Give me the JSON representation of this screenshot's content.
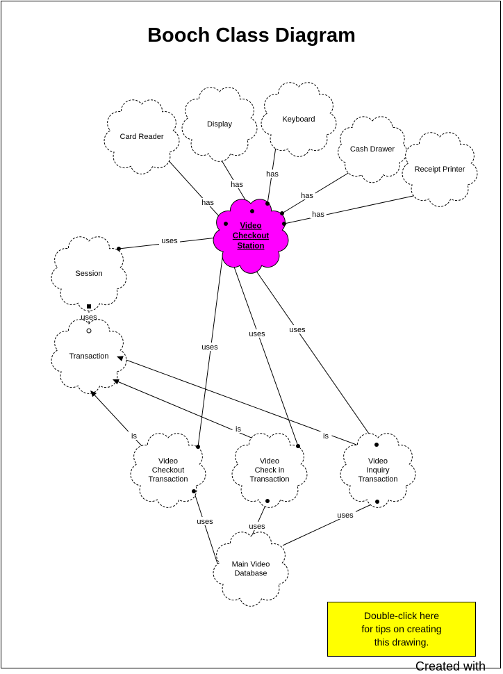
{
  "diagram": {
    "title": "Booch Class Diagram",
    "classes": [
      {
        "id": "card-reader",
        "lines": [
          "Card Reader"
        ]
      },
      {
        "id": "display",
        "lines": [
          "Display"
        ]
      },
      {
        "id": "keyboard",
        "lines": [
          "Keyboard"
        ]
      },
      {
        "id": "cash-drawer",
        "lines": [
          "Cash Drawer"
        ]
      },
      {
        "id": "receipt-printer",
        "lines": [
          "Receipt Printer"
        ]
      },
      {
        "id": "video-checkout-station",
        "lines": [
          "Video",
          "Checkout",
          "Station"
        ],
        "highlight": true
      },
      {
        "id": "session",
        "lines": [
          "Session"
        ]
      },
      {
        "id": "transaction",
        "lines": [
          "Transaction"
        ]
      },
      {
        "id": "video-checkout-transaction",
        "lines": [
          "Video",
          "Checkout",
          "Transaction"
        ]
      },
      {
        "id": "video-check-in-transaction",
        "lines": [
          "Video",
          "Check in",
          "Transaction"
        ]
      },
      {
        "id": "video-inquiry-transaction",
        "lines": [
          "Video",
          "Inquiry",
          "Transaction"
        ]
      },
      {
        "id": "main-video-database",
        "lines": [
          "Main Video",
          "Database"
        ]
      }
    ],
    "relationships": [
      {
        "from": "card-reader",
        "to": "video-checkout-station",
        "label": "has",
        "kind": "has"
      },
      {
        "from": "display",
        "to": "video-checkout-station",
        "label": "has",
        "kind": "has"
      },
      {
        "from": "keyboard",
        "to": "video-checkout-station",
        "label": "has",
        "kind": "has"
      },
      {
        "from": "cash-drawer",
        "to": "video-checkout-station",
        "label": "has",
        "kind": "has"
      },
      {
        "from": "receipt-printer",
        "to": "video-checkout-station",
        "label": "has",
        "kind": "has"
      },
      {
        "from": "video-checkout-station",
        "to": "session",
        "label": "uses",
        "kind": "uses"
      },
      {
        "from": "session",
        "to": "transaction",
        "label": "uses",
        "kind": "uses"
      },
      {
        "from": "video-checkout-station",
        "to": "video-checkout-transaction",
        "label": "uses",
        "kind": "uses"
      },
      {
        "from": "video-checkout-station",
        "to": "video-check-in-transaction",
        "label": "uses",
        "kind": "uses"
      },
      {
        "from": "video-checkout-station",
        "to": "video-inquiry-transaction",
        "label": "uses",
        "kind": "uses"
      },
      {
        "from": "video-checkout-transaction",
        "to": "transaction",
        "label": "is",
        "kind": "is"
      },
      {
        "from": "video-check-in-transaction",
        "to": "transaction",
        "label": "is",
        "kind": "is"
      },
      {
        "from": "video-inquiry-transaction",
        "to": "transaction",
        "label": "is",
        "kind": "is"
      },
      {
        "from": "main-video-database",
        "to": "video-checkout-transaction",
        "label": "uses",
        "kind": "uses"
      },
      {
        "from": "main-video-database",
        "to": "video-check-in-transaction",
        "label": "uses",
        "kind": "uses"
      },
      {
        "from": "main-video-database",
        "to": "video-inquiry-transaction",
        "label": "uses",
        "kind": "uses"
      }
    ]
  },
  "tip_box": {
    "lines": [
      "Double-click here",
      "for tips on creating",
      "this drawing."
    ]
  },
  "footer": {
    "text": "Created with"
  },
  "colors": {
    "highlight": "#ff00ff",
    "tip_background": "#ffff00"
  }
}
